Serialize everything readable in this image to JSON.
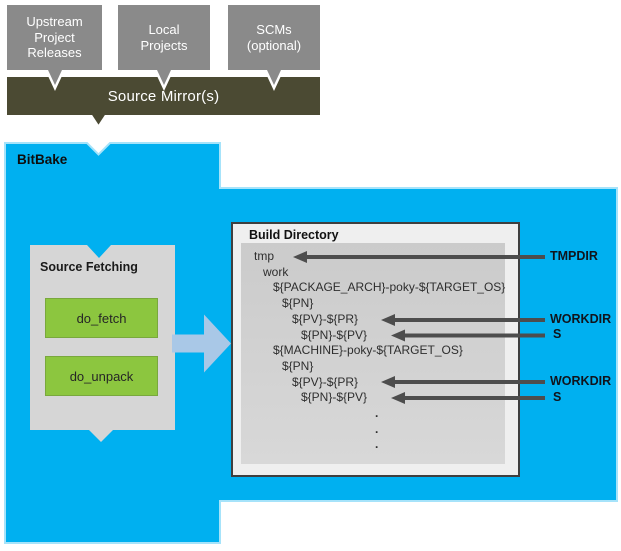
{
  "sources": {
    "boxes": [
      {
        "label": "Upstream\nProject\nReleases"
      },
      {
        "label": "Local\nProjects"
      },
      {
        "label": "SCMs\n(optional)"
      }
    ],
    "mirror_label": "Source Mirror(s)"
  },
  "bitbake": {
    "label": "BitBake"
  },
  "source_fetching": {
    "title": "Source Fetching",
    "tasks": [
      {
        "label": "do_fetch"
      },
      {
        "label": "do_unpack"
      }
    ]
  },
  "build_directory": {
    "title": "Build Directory",
    "tree": [
      {
        "text": "tmp"
      },
      {
        "text": "work"
      },
      {
        "text": "${PACKAGE_ARCH}-poky-${TARGET_OS}"
      },
      {
        "text": "${PN}"
      },
      {
        "text": "${PV}-${PR}"
      },
      {
        "text": "${PN}-${PV}"
      },
      {
        "text": "${MACHINE}-poky-${TARGET_OS}"
      },
      {
        "text": "${PN}"
      },
      {
        "text": "${PV}-${PR}"
      },
      {
        "text": "${PN}-${PV}"
      }
    ],
    "ellipsis": [
      ".",
      ".",
      "."
    ]
  },
  "pointers": [
    {
      "label": "TMPDIR"
    },
    {
      "label": "WORKDIR"
    },
    {
      "label": "S"
    },
    {
      "label": "WORKDIR"
    },
    {
      "label": "S"
    }
  ],
  "colors": {
    "bitbake_blue": "#00B0F0",
    "bitbake_edge": "#A6E3FA",
    "mirror_olive": "#4B4A33",
    "source_gray": "#8A8A8A",
    "task_green": "#8CC63F",
    "flow_arrow_blue": "#A9C8E7",
    "pointer_arrow_gray": "#4D4D4D"
  }
}
